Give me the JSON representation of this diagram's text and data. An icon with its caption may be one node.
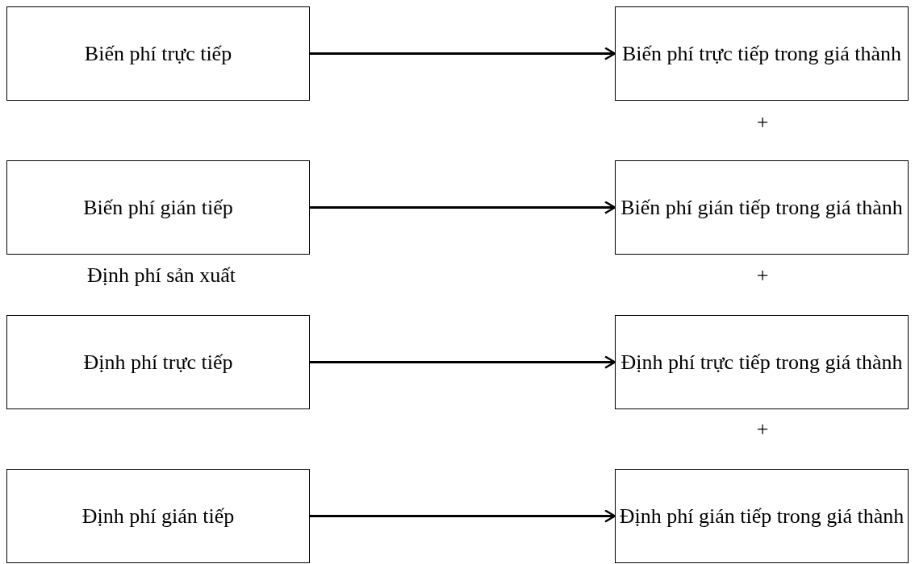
{
  "diagram": {
    "nodes": [
      {
        "text": [
          "Biến phí trực tiếp"
        ]
      },
      {
        "text": [
          "Biến phí trực tiếp trong giá thành"
        ]
      },
      {
        "text": [
          "Biến phí gián tiếp"
        ]
      },
      {
        "text": [
          "Biến phí gián tiếp trong giá thành"
        ]
      },
      {
        "text": [
          "Định phí trực tiếp"
        ]
      },
      {
        "text": [
          "Định phí trực tiếp trong giá thành"
        ]
      },
      {
        "text": [
          "Định phí gián tiếp"
        ]
      },
      {
        "text": [
          "Định phí gián tiếp trong giá thành"
        ]
      }
    ],
    "edges": [
      {
        "from": 0,
        "to": 1,
        "arrow": "to"
      },
      {
        "from": 2,
        "to": 3,
        "arrow": "to"
      },
      {
        "from": 4,
        "to": 5,
        "arrow": "to"
      },
      {
        "from": 6,
        "to": 7,
        "arrow": "to"
      }
    ],
    "labels": [
      "+",
      "Định phí sản xuất",
      "+",
      "+"
    ]
  }
}
